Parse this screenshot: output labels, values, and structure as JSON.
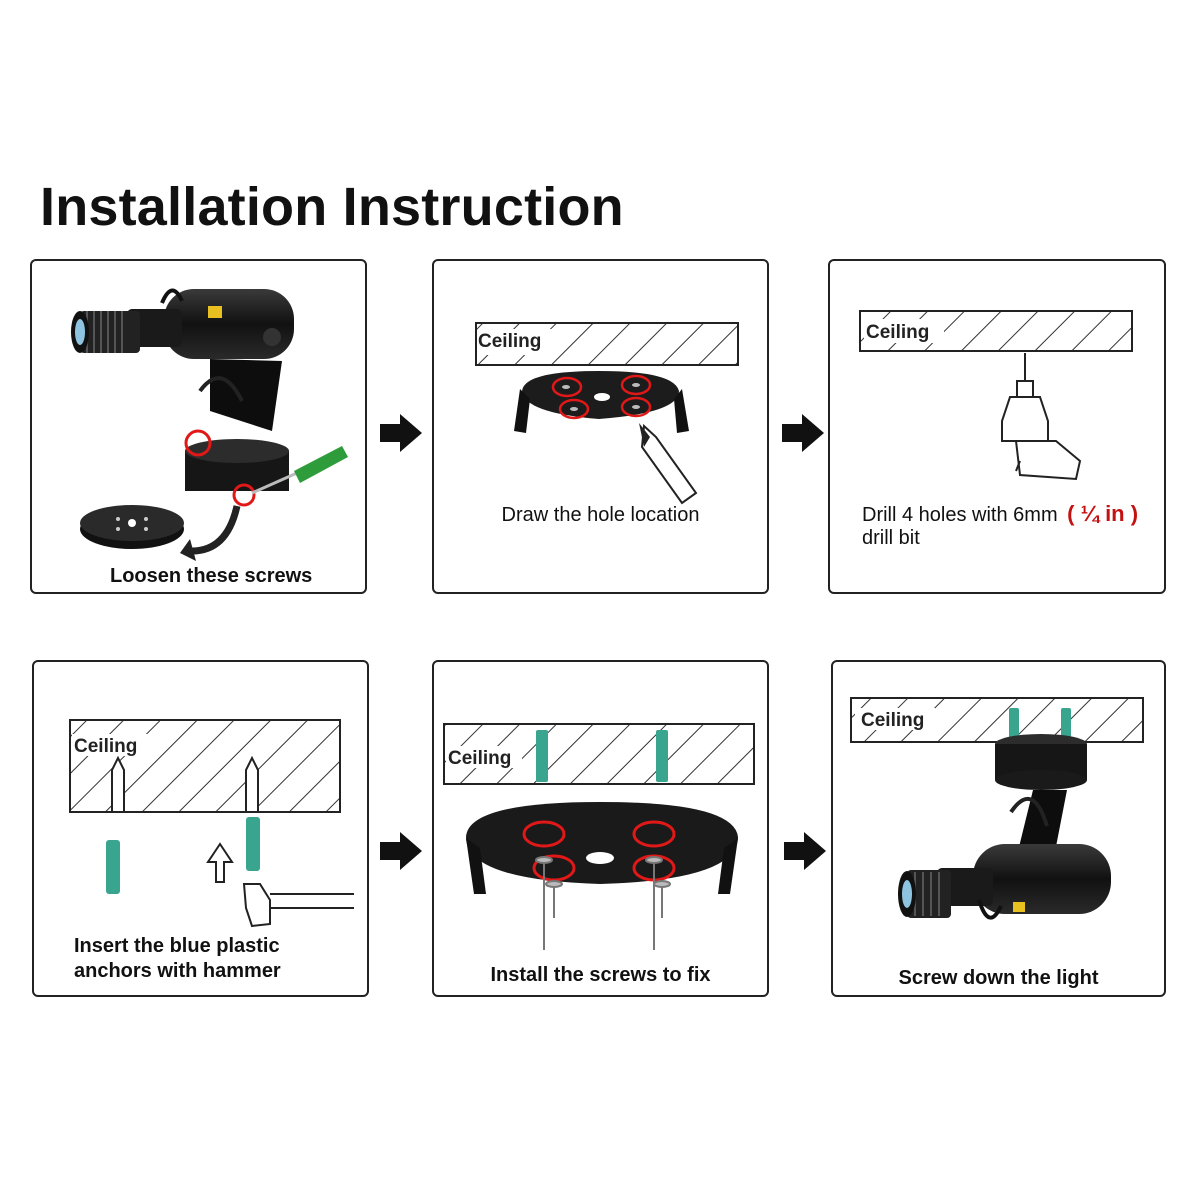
{
  "title": "Installation Instruction",
  "ceiling_label": "Ceiling",
  "colors": {
    "frame": "#222222",
    "body": "#151515",
    "anchor": "#3aa58f",
    "marker": "#e01818",
    "accent_text": "#c41212",
    "screwdriver_handle": "#2e9c3a"
  },
  "steps": [
    {
      "caption": "Loosen these screws"
    },
    {
      "caption": "Draw the hole location"
    },
    {
      "caption_line1": "Drill 4 holes with 6mm",
      "caption_highlight": "( ¼ in )",
      "caption_line2": "drill bit"
    },
    {
      "caption_line1": "Insert the blue plastic",
      "caption_line2": "anchors with hammer"
    },
    {
      "caption": "Install the screws to fix"
    },
    {
      "caption": "Screw down the light"
    }
  ],
  "icons": [
    "right-arrow-icon",
    "drill-icon",
    "pencil-icon",
    "hammer-icon",
    "up-arrow-icon",
    "screwdriver-icon",
    "curved-arrow-icon"
  ]
}
